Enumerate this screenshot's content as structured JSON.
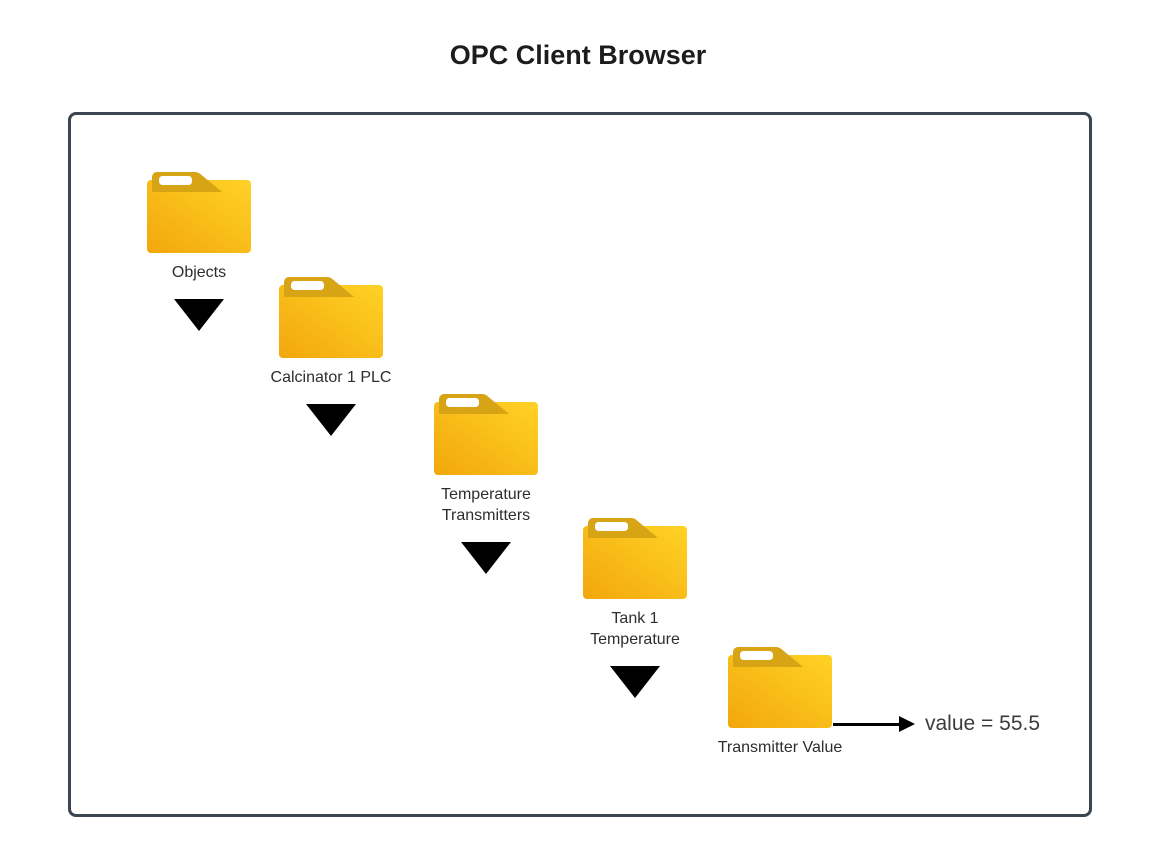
{
  "title": "OPC Client Browser",
  "diagram": {
    "nodes": [
      {
        "name": "Objects",
        "lines": [
          "Objects"
        ]
      },
      {
        "name": "Calcinator 1 PLC",
        "lines": [
          "Calcinator 1 PLC"
        ]
      },
      {
        "name": "Temperature Transmitters",
        "lines": [
          "Temperature",
          "Transmitters"
        ]
      },
      {
        "name": "Tank 1 Temperature",
        "lines": [
          "Tank 1",
          "Temperature"
        ]
      },
      {
        "name": "Transmitter Value",
        "lines": [
          "Transmitter Value"
        ]
      }
    ],
    "value_annotation": "value = 55.5"
  },
  "colors": {
    "folder_tab": "#D6A414",
    "folder_body_gradient_start": "#F2A70C",
    "folder_body_gradient_end": "#FFD226",
    "panel_border": "#3B4651",
    "triangle": "#000000",
    "arrow": "#000000",
    "label_text": "#2E2E2E",
    "title_text": "#1C1C1C",
    "value_text": "#3C3C3C"
  }
}
